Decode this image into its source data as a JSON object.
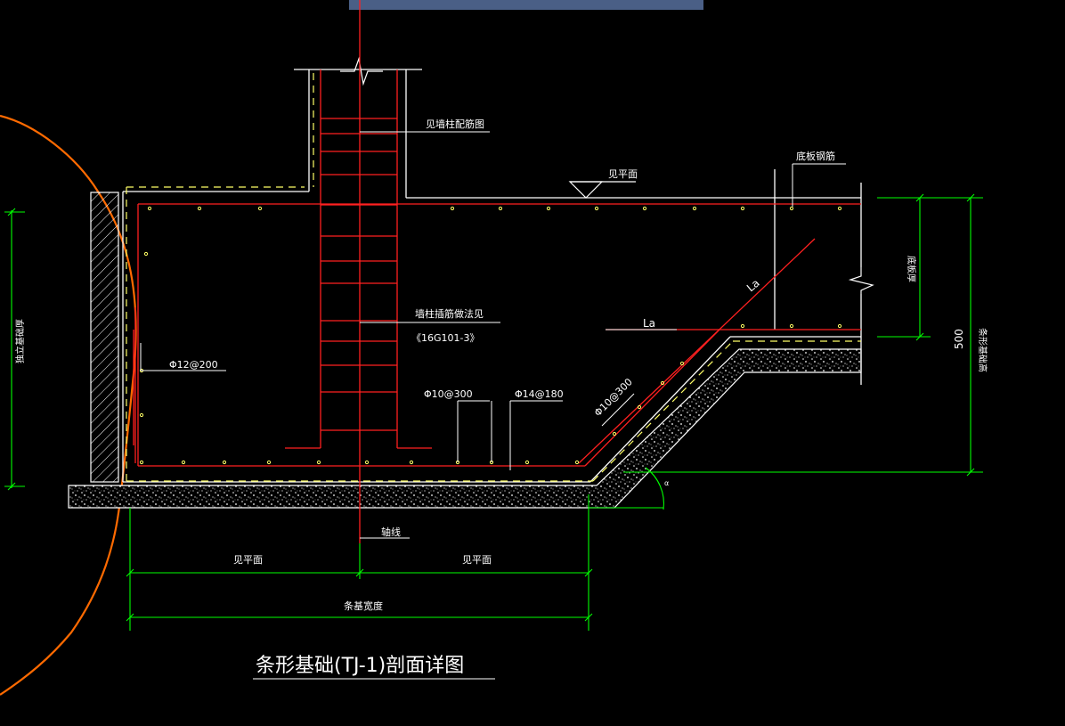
{
  "window": {
    "banner_text": ""
  },
  "colors": {
    "background": "#000000",
    "outline": "#ffffff",
    "rebar": "#ff2020",
    "dimension": "#00ff00",
    "hidden_line": "#ffff66",
    "markup_curve": "#ff6a00",
    "banner": "#4a5f86"
  },
  "labels": {
    "wall_column_rebar_ref": "见墙柱配筋图",
    "see_plan_top": "见平面",
    "bottom_slab_rebar": "底板钢筋",
    "slab_thickness": "底板厚",
    "strip_foundation_height": "条形基础高",
    "dim_500": "500",
    "la_diagonal": "La",
    "la_horizontal": "La",
    "column_anchor_ref": "墙柱插筋做法见",
    "atlas_ref": "《16G101-3》",
    "phi12": "Φ12@200",
    "phi10_a": "Φ10@300",
    "phi14": "Φ14@180",
    "phi10_b": "Φ10@300",
    "independent_foundation_depth": "独立基础厚",
    "axis_line": "轴线",
    "see_plan_left": "见平面",
    "see_plan_right": "见平面",
    "strip_width": "条基宽度",
    "slope_mark": "α"
  },
  "title": "条形基础(TJ-1)剖面详图",
  "icons": {
    "section_symbol": "triangle-level-icon",
    "break_mark_top": "break-line-icon",
    "break_mark_right": "break-line-icon"
  }
}
